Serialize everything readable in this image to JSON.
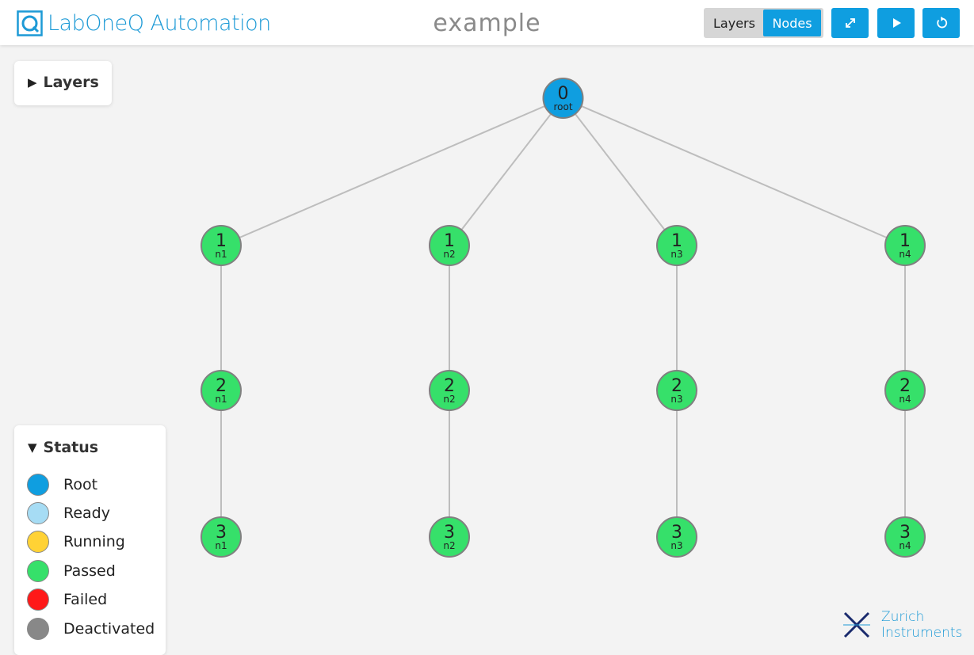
{
  "header": {
    "app_name": "LabOneQ Automation",
    "page_title": "example",
    "view_toggle": {
      "options": [
        "Layers",
        "Nodes"
      ],
      "selected": "Nodes"
    },
    "buttons": [
      {
        "name": "fit-view",
        "icon": "expand-icon"
      },
      {
        "name": "run",
        "icon": "play-icon"
      },
      {
        "name": "reset",
        "icon": "refresh-icon"
      }
    ]
  },
  "layers_panel": {
    "title": "Layers",
    "expanded": false
  },
  "status_panel": {
    "title": "Status",
    "expanded": true,
    "items": [
      {
        "label": "Root",
        "color": "#0f9ee0"
      },
      {
        "label": "Ready",
        "color": "#a6dcf4"
      },
      {
        "label": "Running",
        "color": "#ffd235"
      },
      {
        "label": "Passed",
        "color": "#36e06a"
      },
      {
        "label": "Failed",
        "color": "#ff1919"
      },
      {
        "label": "Deactivated",
        "color": "#888888"
      }
    ]
  },
  "graph": {
    "nodes": [
      {
        "id": "root",
        "layer": "0",
        "label": "root",
        "status": "Root"
      },
      {
        "id": "n1-1",
        "layer": "1",
        "label": "n1",
        "status": "Passed"
      },
      {
        "id": "n2-1",
        "layer": "1",
        "label": "n2",
        "status": "Passed"
      },
      {
        "id": "n3-1",
        "layer": "1",
        "label": "n3",
        "status": "Passed"
      },
      {
        "id": "n4-1",
        "layer": "1",
        "label": "n4",
        "status": "Passed"
      },
      {
        "id": "n1-2",
        "layer": "2",
        "label": "n1",
        "status": "Passed"
      },
      {
        "id": "n2-2",
        "layer": "2",
        "label": "n2",
        "status": "Passed"
      },
      {
        "id": "n3-2",
        "layer": "2",
        "label": "n3",
        "status": "Passed"
      },
      {
        "id": "n4-2",
        "layer": "2",
        "label": "n4",
        "status": "Passed"
      },
      {
        "id": "n1-3",
        "layer": "3",
        "label": "n1",
        "status": "Passed"
      },
      {
        "id": "n2-3",
        "layer": "3",
        "label": "n2",
        "status": "Passed"
      },
      {
        "id": "n3-3",
        "layer": "3",
        "label": "n3",
        "status": "Passed"
      },
      {
        "id": "n4-3",
        "layer": "3",
        "label": "n4",
        "status": "Passed"
      }
    ],
    "edges": [
      [
        "root",
        "n1-1"
      ],
      [
        "root",
        "n2-1"
      ],
      [
        "root",
        "n3-1"
      ],
      [
        "root",
        "n4-1"
      ],
      [
        "n1-1",
        "n1-2"
      ],
      [
        "n2-1",
        "n2-2"
      ],
      [
        "n3-1",
        "n3-2"
      ],
      [
        "n4-1",
        "n4-2"
      ],
      [
        "n1-2",
        "n1-3"
      ],
      [
        "n2-2",
        "n2-3"
      ],
      [
        "n3-2",
        "n3-3"
      ],
      [
        "n4-2",
        "n4-3"
      ]
    ]
  },
  "footer_logo": {
    "line1": "Zurich",
    "line2": "Instruments"
  },
  "colors": {
    "accent": "#0f9ee0",
    "brand_text": "#1d9ad6",
    "node_stroke": "#808080",
    "edge": "#bdbdbd",
    "zi_cross": "#1a2b6d"
  }
}
